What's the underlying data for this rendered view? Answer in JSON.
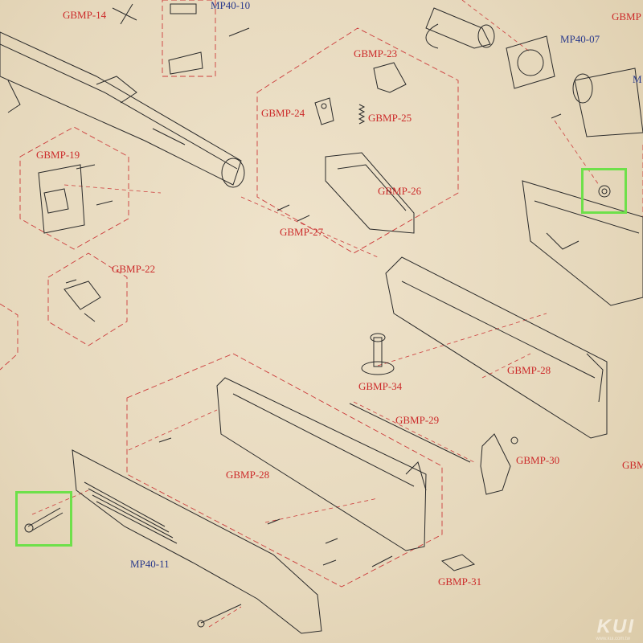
{
  "labels": {
    "gbmp14": "GBMP-14",
    "mp40_10": "MP40-10",
    "gbmp_top_right": "GBMP",
    "mp40_07": "MP40-07",
    "mp40_partial": "M",
    "gbmp23": "GBMP-23",
    "gbmp24": "GBMP-24",
    "gbmp25": "GBMP-25",
    "gbmp19": "GBMP-19",
    "gbmp26": "GBMP-26",
    "gbmp27": "GBMP-27",
    "gbmp22": "GBMP-22",
    "gbmp28a": "GBMP-28",
    "gbmp34": "GBMP-34",
    "gbmp29": "GBMP-29",
    "gbmp28b": "GBMP-28",
    "gbmp30": "GBMP-30",
    "gbmp_right_edge": "GBM",
    "mp40_11": "MP40-11",
    "gbmp31": "GBMP-31"
  },
  "watermark": "KUI",
  "watermark_sub": "www.kui.com.tw",
  "colors": {
    "label_red": "#cc2a2a",
    "label_blue": "#2a3a8c",
    "highlight": "#6ee04a",
    "paper": "#e9dcc2",
    "line": "#2a2a2a"
  }
}
